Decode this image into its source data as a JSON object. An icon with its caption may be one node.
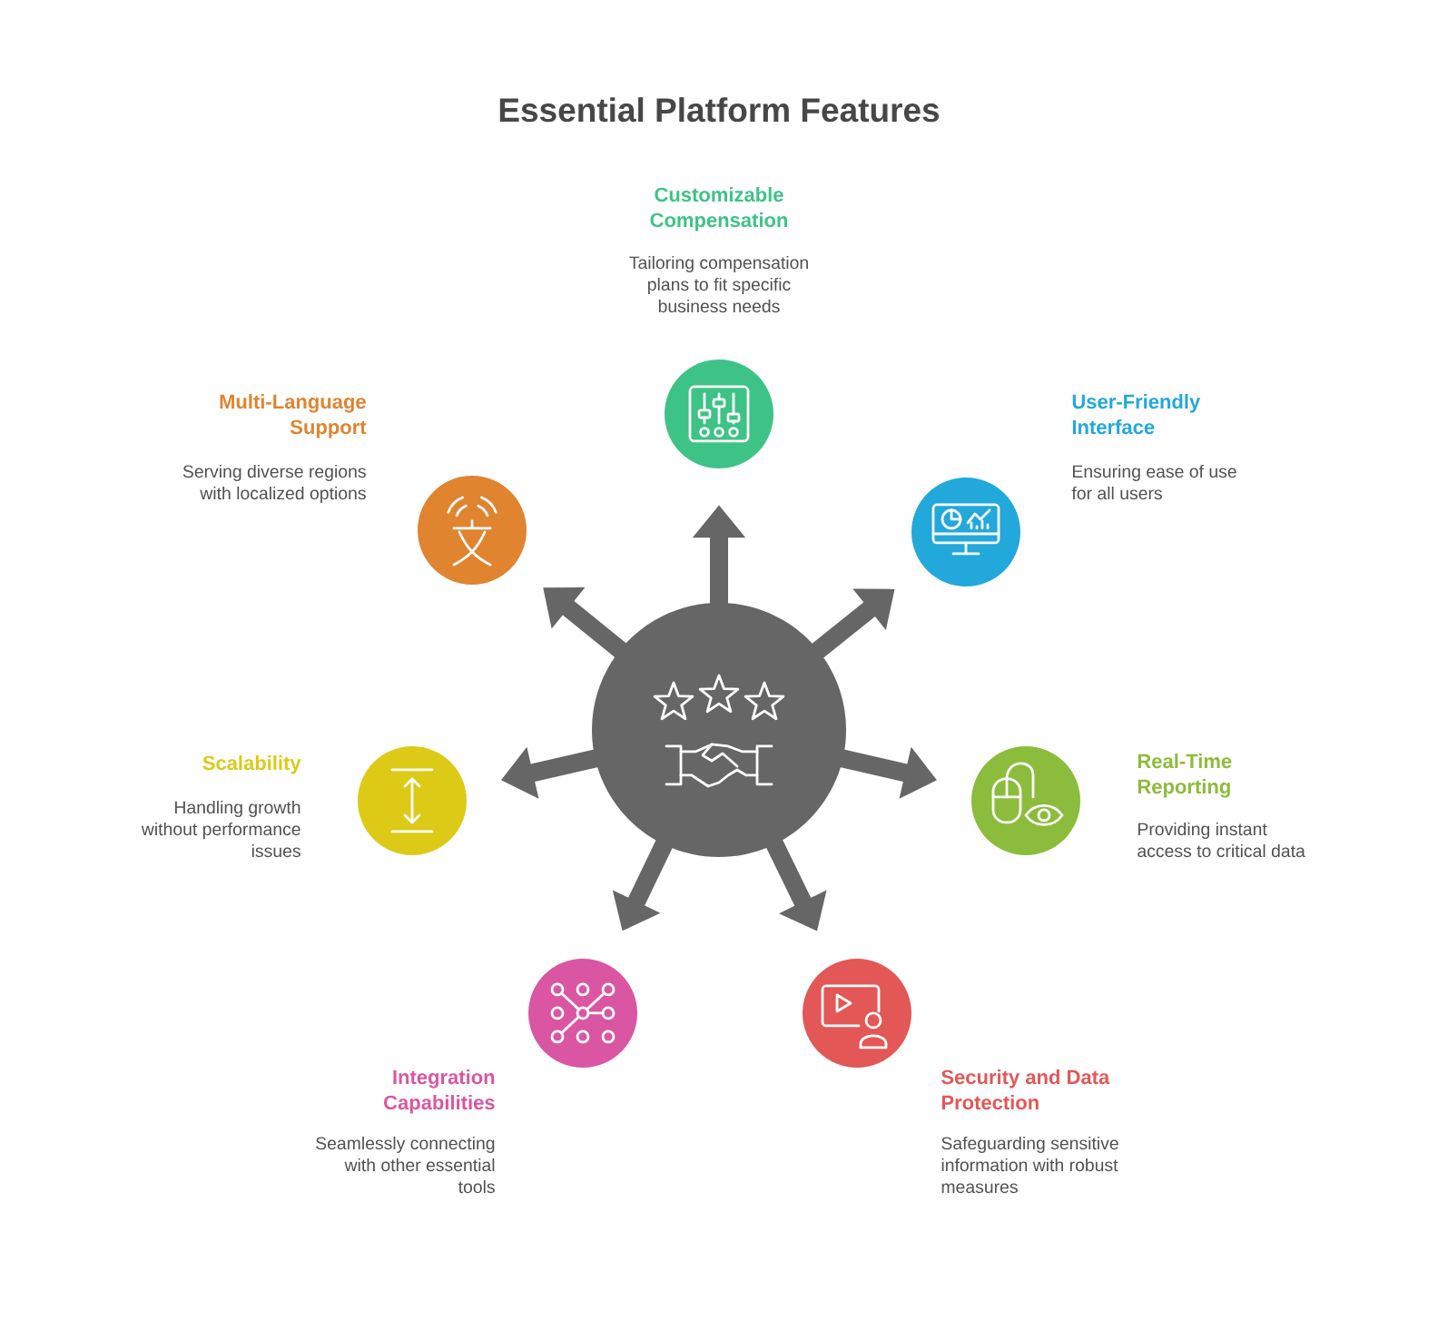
{
  "diagram": {
    "title": "Essential Platform Features",
    "nodes": [
      {
        "text": [
          "Customizable Compensation",
          "Tailoring compensation plans to fit specific business needs"
        ]
      },
      {
        "text": [
          "Multi-Language Support",
          "Serving diverse regions with localized options"
        ]
      },
      {
        "text": [
          "User-Friendly Interface",
          "Ensuring ease of use for all users"
        ]
      },
      {
        "text": [],
        "shape": "circle"
      },
      {
        "text": [
          "Scalability",
          "Handling growth without performance issues"
        ]
      },
      {
        "text": [
          "Real-Time Reporting",
          "Providing instant access to critical data"
        ]
      },
      {
        "text": [
          "Integration Capabilities",
          "Seamlessly connecting with other essential tools"
        ]
      },
      {
        "text": [
          "Security and Data Protection",
          "Safeguarding sensitive information with robust measures"
        ]
      }
    ],
    "edges": [
      {
        "from": 3,
        "to": 0,
        "arrow": "to"
      },
      {
        "from": 3,
        "to": 2,
        "arrow": "to"
      },
      {
        "from": 3,
        "to": 5,
        "arrow": "to"
      },
      {
        "from": 3,
        "to": 7,
        "arrow": "to"
      },
      {
        "from": 3,
        "to": 6,
        "arrow": "to"
      },
      {
        "from": 3,
        "to": 4,
        "arrow": "to"
      },
      {
        "from": 3,
        "to": 1,
        "arrow": "to"
      }
    ]
  }
}
